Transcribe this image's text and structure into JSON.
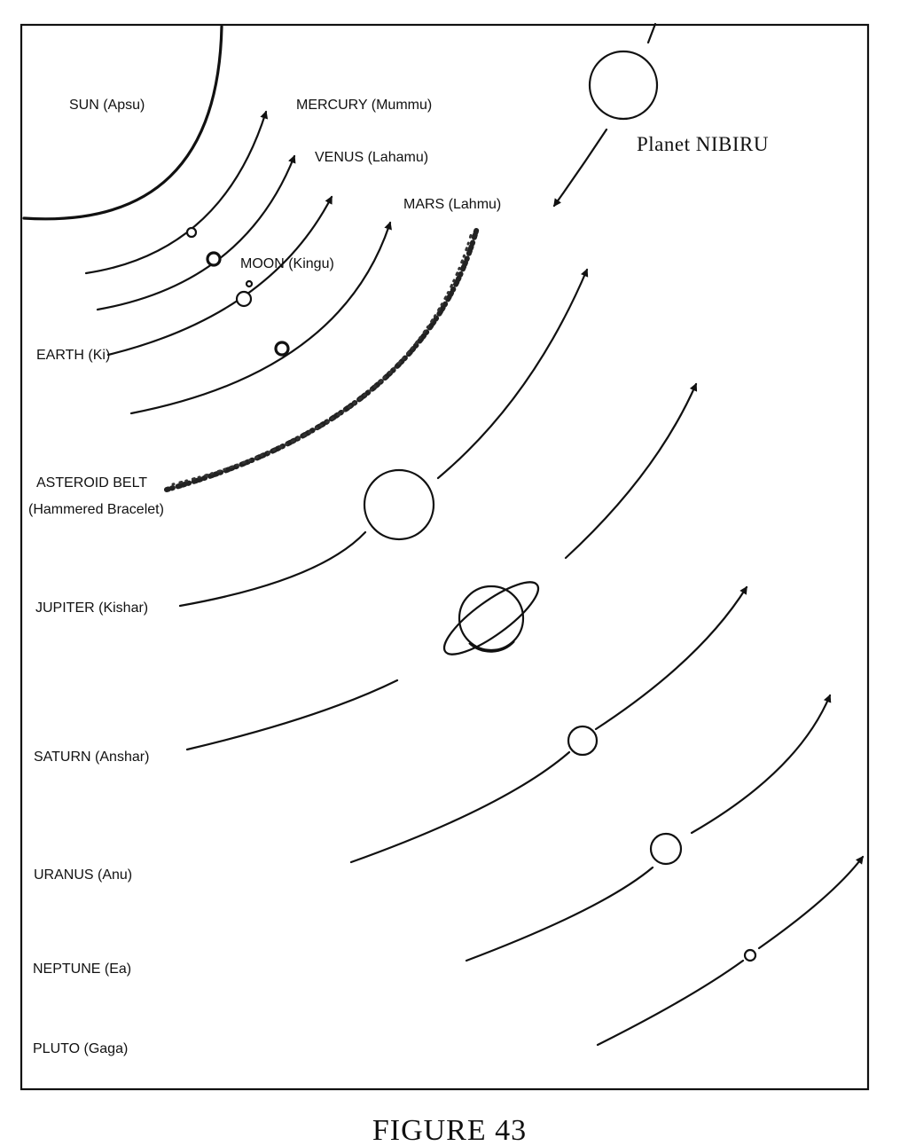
{
  "labels": {
    "sun": "SUN (Apsu)",
    "mercury": "MERCURY (Mummu)",
    "venus": "VENUS (Lahamu)",
    "mars": "MARS (Lahmu)",
    "moon": "MOON (Kingu)",
    "earth": "EARTH (Ki)",
    "asteroid_belt": "ASTEROID BELT",
    "asteroid_belt_alt": "(Hammered Bracelet)",
    "jupiter": "JUPITER (Kishar)",
    "saturn": "SATURN (Anshar)",
    "uranus": "URANUS (Anu)",
    "neptune": "NEPTUNE (Ea)",
    "pluto": "PLUTO (Gaga)",
    "nibiru": "Planet NIBIRU"
  },
  "caption": "FIGURE 43"
}
